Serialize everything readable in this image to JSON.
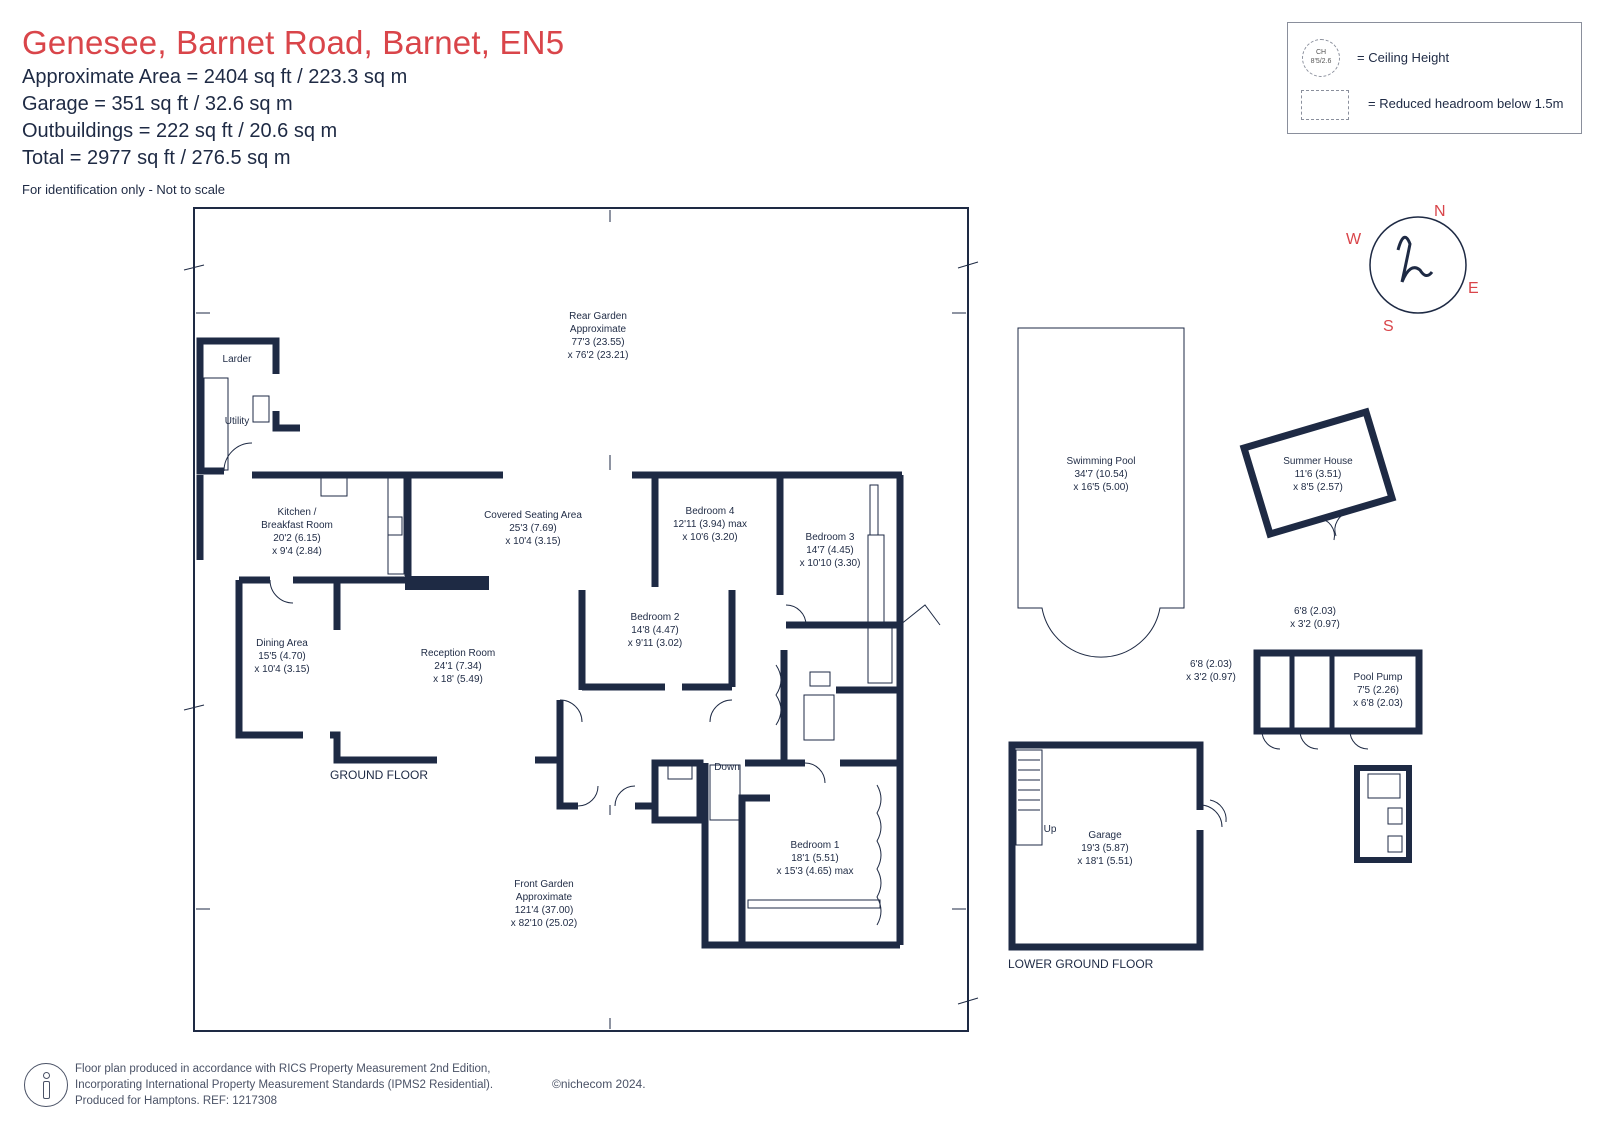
{
  "header": {
    "title": "Genesee, Barnet Road, Barnet, EN5",
    "area_lines": [
      "Approximate Area = 2404 sq ft / 223.3 sq m",
      "Garage = 351 sq ft / 32.6 sq m",
      "Outbuildings = 222 sq ft / 20.6 sq m",
      "Total = 2977 sq ft / 276.5 sq m"
    ],
    "note": "For identification only - Not to scale"
  },
  "legend": {
    "ch_symbol_line1": "CH",
    "ch_symbol_line2": "8'5/2.6",
    "ceiling_height": "= Ceiling Height",
    "reduced_headroom": "= Reduced headroom below 1.5m"
  },
  "compass": {
    "n": "N",
    "e": "E",
    "s": "S",
    "w": "W"
  },
  "rooms": {
    "rear_garden": [
      "Rear Garden",
      "Approximate",
      "77'3 (23.55)",
      "x 76'2 (23.21)"
    ],
    "larder": [
      "Larder"
    ],
    "utility": [
      "Utility"
    ],
    "kitchen": [
      "Kitchen /",
      "Breakfast Room",
      "20'2 (6.15)",
      "x 9'4 (2.84)"
    ],
    "covered_seating": [
      "Covered Seating Area",
      "25'3 (7.69)",
      "x 10'4 (3.15)"
    ],
    "bedroom4": [
      "Bedroom 4",
      "12'11 (3.94) max",
      "x 10'6 (3.20)"
    ],
    "bedroom3": [
      "Bedroom 3",
      "14'7 (4.45)",
      "x 10'10 (3.30)"
    ],
    "dining": [
      "Dining Area",
      "15'5 (4.70)",
      "x 10'4 (3.15)"
    ],
    "reception": [
      "Reception Room",
      "24'1 (7.34)",
      "x 18' (5.49)"
    ],
    "bedroom2": [
      "Bedroom 2",
      "14'8 (4.47)",
      "x 9'11 (3.02)"
    ],
    "bedroom1": [
      "Bedroom 1",
      "18'1 (5.51)",
      "x 15'3 (4.65) max"
    ],
    "front_garden": [
      "Front Garden",
      "Approximate",
      "121'4 (37.00)",
      "x 82'10 (25.02)"
    ],
    "swimming_pool": [
      "Swimming Pool",
      "34'7 (10.54)",
      "x 16'5 (5.00)"
    ],
    "summer_house": [
      "Summer House",
      "11'6 (3.51)",
      "x 8'5 (2.57)"
    ],
    "store_top": [
      "6'8 (2.03)",
      "x 3'2 (0.97)"
    ],
    "store_left": [
      "6'8 (2.03)",
      "x 3'2 (0.97)"
    ],
    "pool_pump": [
      "Pool Pump",
      "7'5 (2.26)",
      "x 6'8 (2.03)"
    ],
    "garage": [
      "Garage",
      "19'3 (5.87)",
      "x 18'1 (5.51)"
    ]
  },
  "labels": {
    "down": "Down",
    "up": "Up",
    "ground_floor": "GROUND FLOOR",
    "lower_ground_floor": "LOWER GROUND FLOOR"
  },
  "footer": {
    "lines": [
      "Floor plan produced in accordance with RICS Property Measurement 2nd Edition,",
      "Incorporating International Property Measurement Standards (IPMS2 Residential).",
      "Produced for Hamptons.   REF:  1217308"
    ],
    "copyright": "©nichecom 2024."
  },
  "colors": {
    "title": "#d9454a",
    "wall": "#1e2a44",
    "compass": "#d9454a"
  }
}
